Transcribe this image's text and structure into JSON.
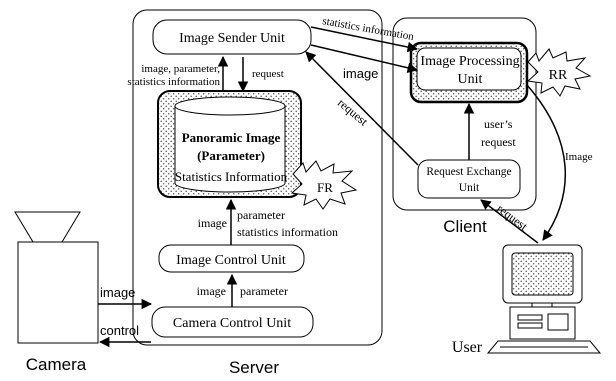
{
  "containers": {
    "server": "Server",
    "client": "Client",
    "camera": "Camera",
    "user": "User"
  },
  "units": {
    "image_sender": "Image Sender Unit",
    "panoramic_line1": "Panoramic Image",
    "panoramic_line2": "(Parameter)",
    "panoramic_line3": "Statistics Information",
    "image_control": "Image Control Unit",
    "camera_control": "Camera Control Unit",
    "image_processing_line1": "Image Processing",
    "image_processing_line2": "Unit",
    "request_exchange_line1": "Request Exchange",
    "request_exchange_line2": "Unit"
  },
  "badges": {
    "fr": "FR",
    "rr": "RR"
  },
  "labels": {
    "statistics_information_top": "statistics information",
    "image_to_processing": "image",
    "request_to_sender": "request",
    "image_param_stats_line1": "image, parameter,",
    "image_param_stats_line2": "statistics information",
    "request_down": "request",
    "users_request_line1": "user’s",
    "users_request_line2": "request",
    "image_up_left": "image",
    "parameter_stats_line1": "parameter",
    "parameter_stats_line2": "statistics information",
    "image_up_small": "image",
    "parameter_small": "parameter",
    "camera_image": "image",
    "camera_control": "control",
    "rr_image": "Image",
    "user_request": "request"
  }
}
